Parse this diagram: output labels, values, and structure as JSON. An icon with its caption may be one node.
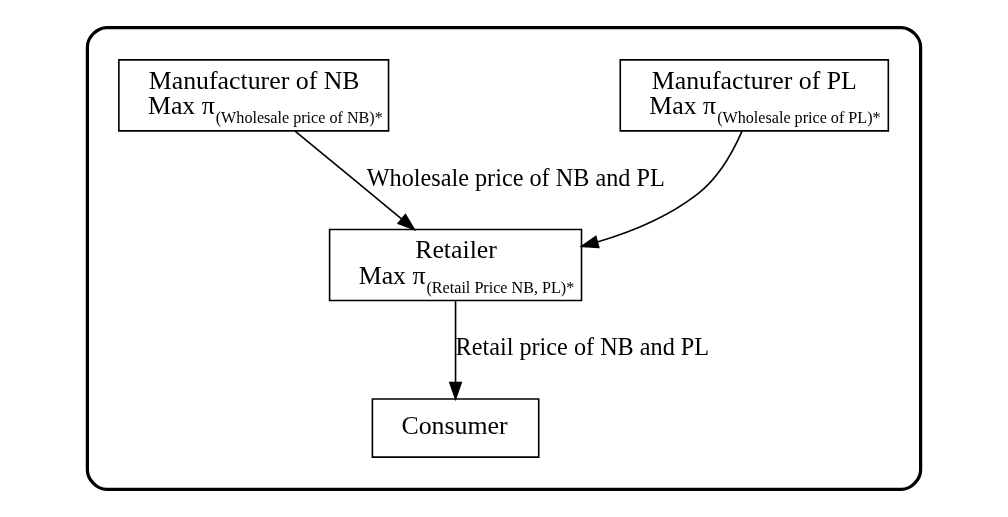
{
  "diagram": {
    "nodes": [
      {
        "text": [],
        "shape": "box"
      },
      {
        "text": [
          "Manufacturer of NB",
          "Max π$_{(Wholesale price of NB)*}$"
        ],
        "in": 0
      },
      {
        "text": [
          "Manufacturer of PL",
          "Max π$_{(Wholesale price of PL)*}$"
        ],
        "in": 0
      },
      {
        "text": [
          "Retailer",
          "Max π$_{(Retail Price NB, PL)*}$"
        ],
        "in": 0
      },
      {
        "text": [
          "Consumer"
        ],
        "in": 0
      }
    ],
    "edges": [
      {
        "from": 1,
        "to": 3,
        "arrow": "to",
        "label": "Wholesale price of NB and PL"
      },
      {
        "from": 2,
        "to": 3,
        "arrow": "to"
      },
      {
        "from": 3,
        "to": 4,
        "arrow": "to",
        "label": "Retail price of NB and PL"
      }
    ]
  }
}
